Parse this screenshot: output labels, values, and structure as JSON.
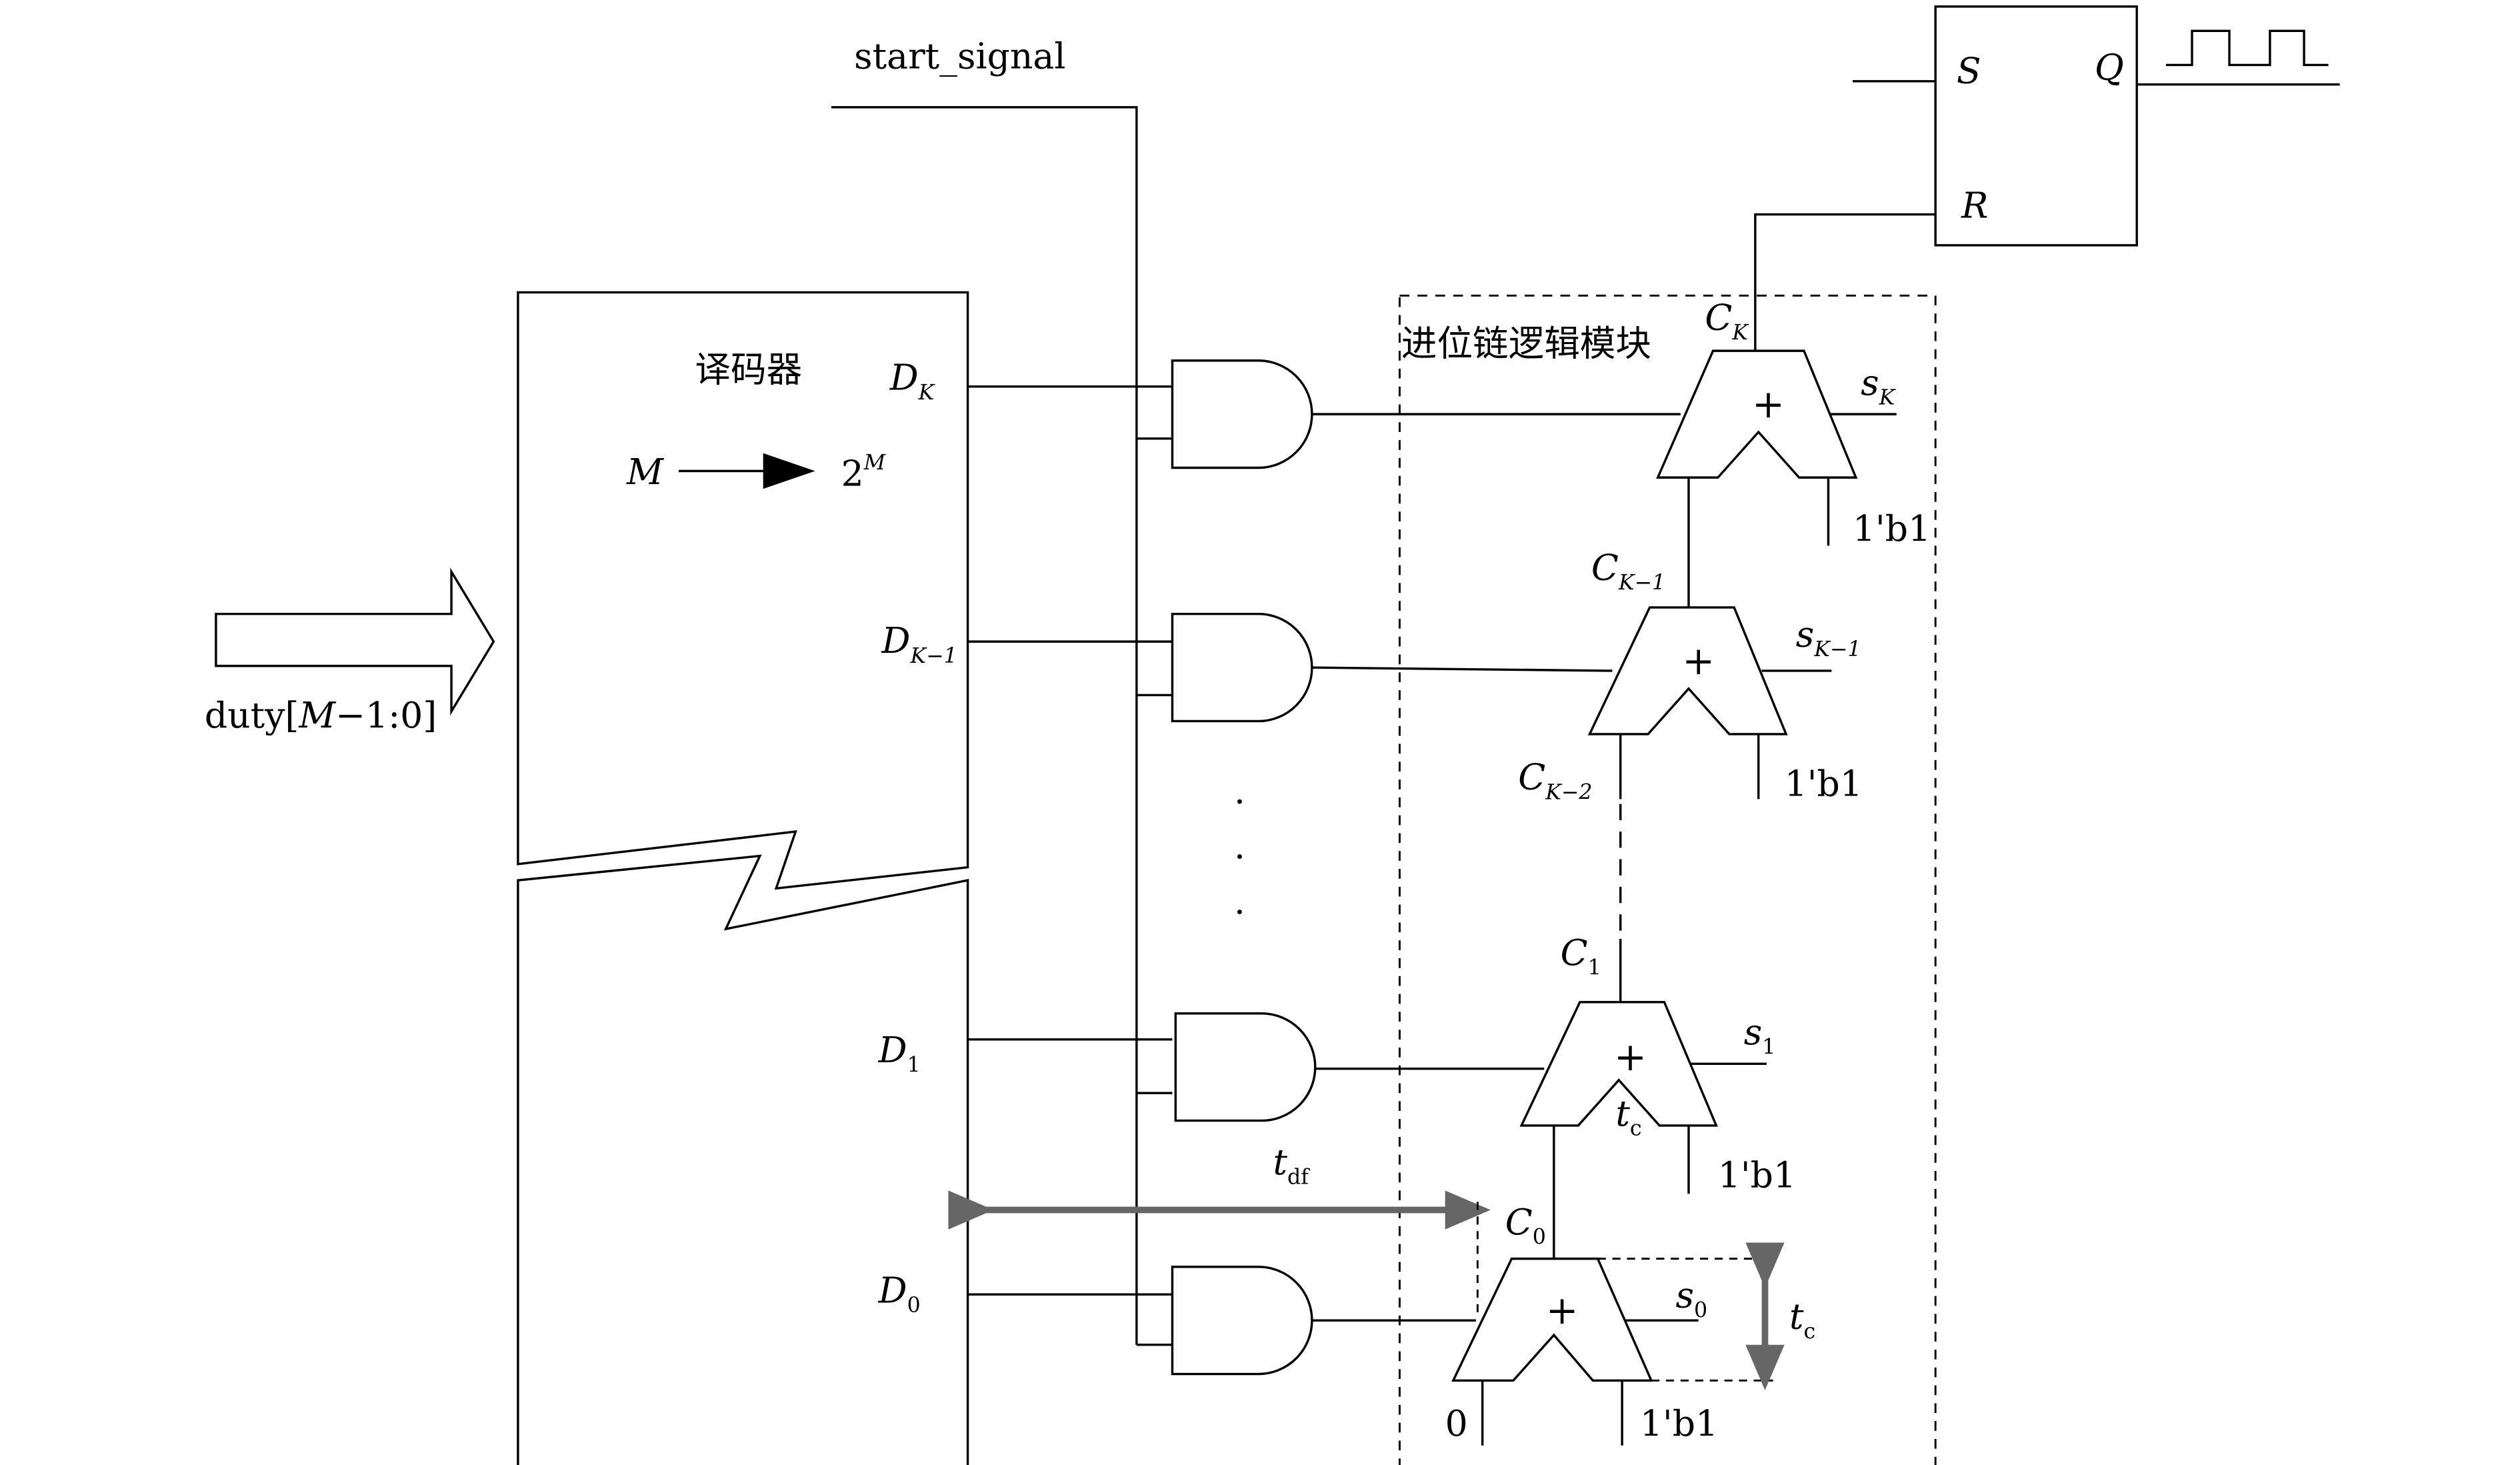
{
  "input_label": {
    "pre": "duty[",
    "var": "M",
    "post": "−1:0]"
  },
  "start_signal": "start_signal",
  "decoder": {
    "title": "译码器",
    "map_left": "M",
    "map_base": "2",
    "map_exp": "M",
    "outputs": [
      {
        "base": "D",
        "sub": "K"
      },
      {
        "base": "D",
        "sub": "K−1"
      },
      {
        "base": "D",
        "sub": "1"
      },
      {
        "base": "D",
        "sub": "0"
      }
    ]
  },
  "carry_block": {
    "title": "进位链逻辑模块",
    "plus": "+",
    "const_input": "1'b1",
    "carries": [
      {
        "base": "C",
        "sub": "K"
      },
      {
        "base": "C",
        "sub": "K−1"
      },
      {
        "base": "C",
        "sub": "K−2"
      },
      {
        "base": "C",
        "sub": "1"
      },
      {
        "base": "C",
        "sub": "0"
      }
    ],
    "sums": [
      {
        "base": "s",
        "sub": "K"
      },
      {
        "base": "s",
        "sub": "K−1"
      },
      {
        "base": "s",
        "sub": "1"
      },
      {
        "base": "s",
        "sub": "0"
      }
    ],
    "zero_input": "0"
  },
  "timing": {
    "tdf": {
      "base": "t",
      "sub": "df"
    },
    "tc": {
      "base": "t",
      "sub": "c"
    }
  },
  "sr_latch": {
    "s": "S",
    "r": "R",
    "q": "Q"
  },
  "ellipsis": "·"
}
